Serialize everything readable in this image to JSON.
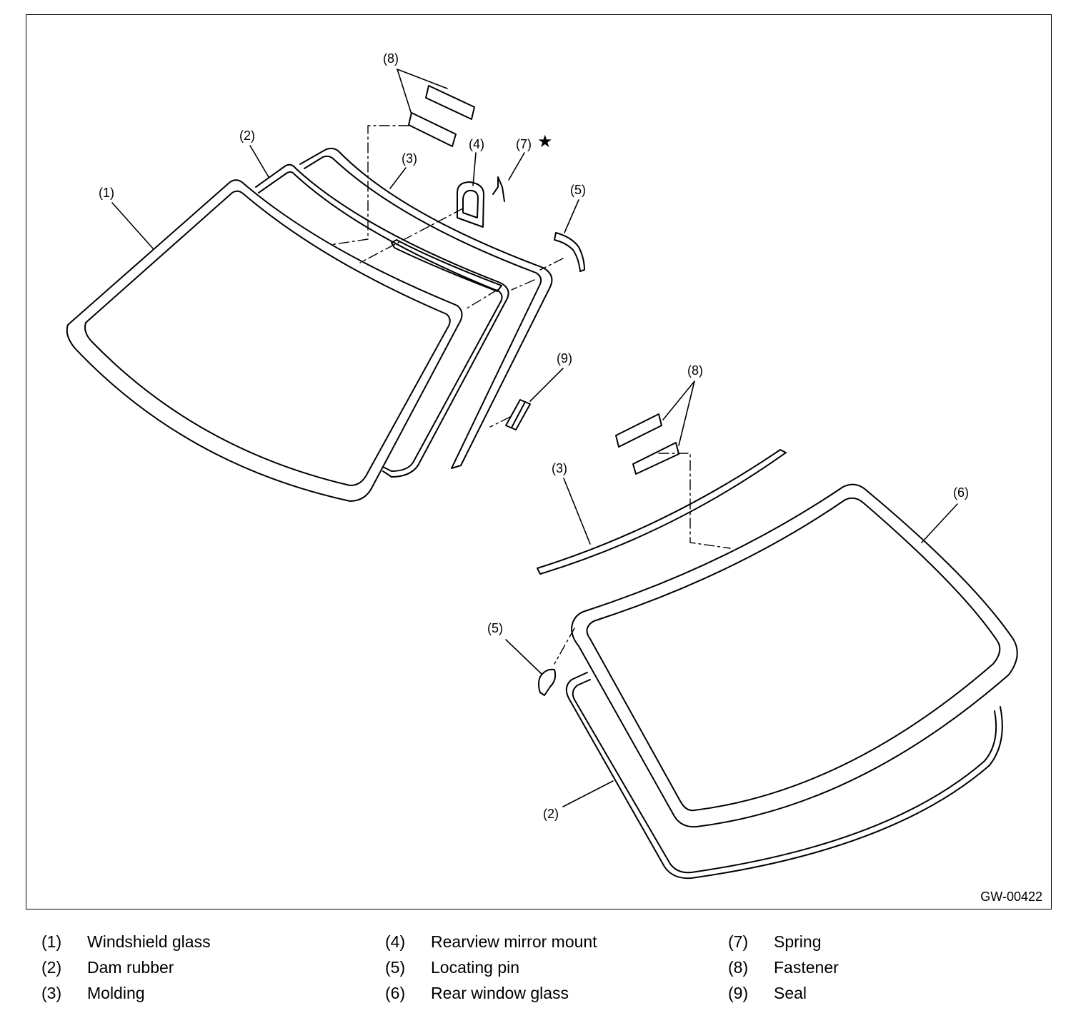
{
  "diagram_code": "GW-00422",
  "callouts": {
    "c1": "(1)",
    "c2a": "(2)",
    "c2b": "(2)",
    "c3a": "(3)",
    "c3b": "(3)",
    "c4": "(4)",
    "c5a": "(5)",
    "c5b": "(5)",
    "c6": "(6)",
    "c7": "(7)",
    "c7_star": "★",
    "c8a": "(8)",
    "c8b": "(8)",
    "c9": "(9)"
  },
  "legend": [
    {
      "num": "(1)",
      "label": "Windshield glass"
    },
    {
      "num": "(2)",
      "label": "Dam rubber"
    },
    {
      "num": "(3)",
      "label": "Molding"
    },
    {
      "num": "(4)",
      "label": "Rearview mirror mount"
    },
    {
      "num": "(5)",
      "label": "Locating pin"
    },
    {
      "num": "(6)",
      "label": "Rear window glass"
    },
    {
      "num": "(7)",
      "label": "Spring"
    },
    {
      "num": "(8)",
      "label": "Fastener"
    },
    {
      "num": "(9)",
      "label": "Seal"
    }
  ]
}
